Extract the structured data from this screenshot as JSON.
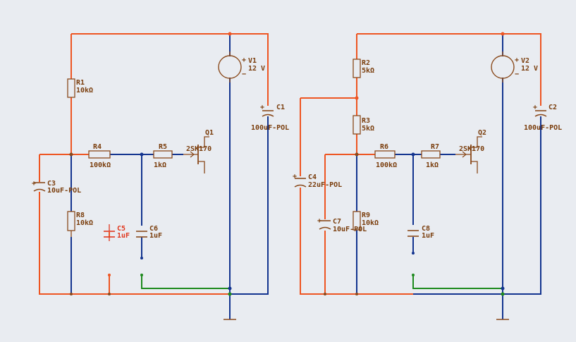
{
  "colors": {
    "background": "#e9ecf1",
    "wire_red": "#ee5522",
    "wire_blue": "#13348f",
    "wire_green": "#1e8a1e",
    "component": "#8a4a1c",
    "label": "#7a3d0c",
    "label_disabled": "#e0371e"
  },
  "left_circuit": {
    "r1": {
      "ref": "R1",
      "value": "10kΩ"
    },
    "r4": {
      "ref": "R4",
      "value": "100kΩ"
    },
    "r5": {
      "ref": "R5",
      "value": "1kΩ"
    },
    "r8": {
      "ref": "R8",
      "value": "10kΩ"
    },
    "c1": {
      "ref": "C1",
      "value": "100uF-POL"
    },
    "c3": {
      "ref": "C3",
      "value": "10uF-POL"
    },
    "c5": {
      "ref": "C5",
      "value": "1uF"
    },
    "c6": {
      "ref": "C6",
      "value": "1uF"
    },
    "v1": {
      "ref": "V1",
      "value": "12 V"
    },
    "q1": {
      "ref": "Q1",
      "value": "2SK170"
    }
  },
  "right_circuit": {
    "r2": {
      "ref": "R2",
      "value": "5kΩ"
    },
    "r3": {
      "ref": "R3",
      "value": "5kΩ"
    },
    "r6": {
      "ref": "R6",
      "value": "100kΩ"
    },
    "r7": {
      "ref": "R7",
      "value": "1kΩ"
    },
    "r9": {
      "ref": "R9",
      "value": "10kΩ"
    },
    "c2": {
      "ref": "C2",
      "value": "100uF-POL"
    },
    "c4": {
      "ref": "C4",
      "value": "22uF-POL"
    },
    "c7": {
      "ref": "C7",
      "value": "10uF-POL"
    },
    "c8": {
      "ref": "C8",
      "value": "1uF"
    },
    "v2": {
      "ref": "V2",
      "value": "12 V"
    },
    "q2": {
      "ref": "Q2",
      "value": "2SK170"
    }
  },
  "symbols": {
    "plus": "+",
    "minus": "−"
  }
}
